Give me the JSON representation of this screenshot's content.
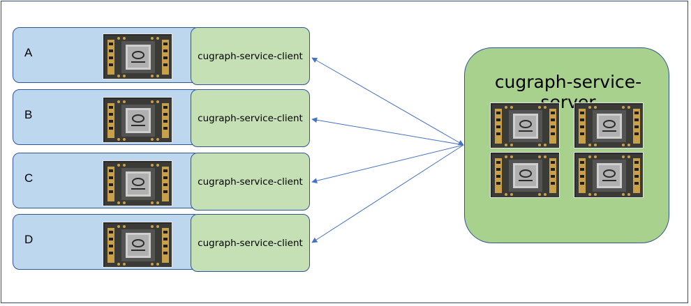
{
  "clients": [
    {
      "machine_label": "A",
      "client_label": "cugraph-service-client"
    },
    {
      "machine_label": "B",
      "client_label": "cugraph-service-client"
    },
    {
      "machine_label": "C",
      "client_label": "cugraph-service-client"
    },
    {
      "machine_label": "D",
      "client_label": "cugraph-service-client"
    }
  ],
  "server": {
    "label": "cugraph-service-server",
    "gpu_count": 4
  },
  "colors": {
    "machine_fill": "#bdd7ee",
    "client_fill": "#c5e0b4",
    "server_fill": "#a9d18e",
    "border": "#2f5597",
    "arrow": "#4472c4"
  },
  "icons": {
    "gpu": "gpu-board-icon"
  }
}
